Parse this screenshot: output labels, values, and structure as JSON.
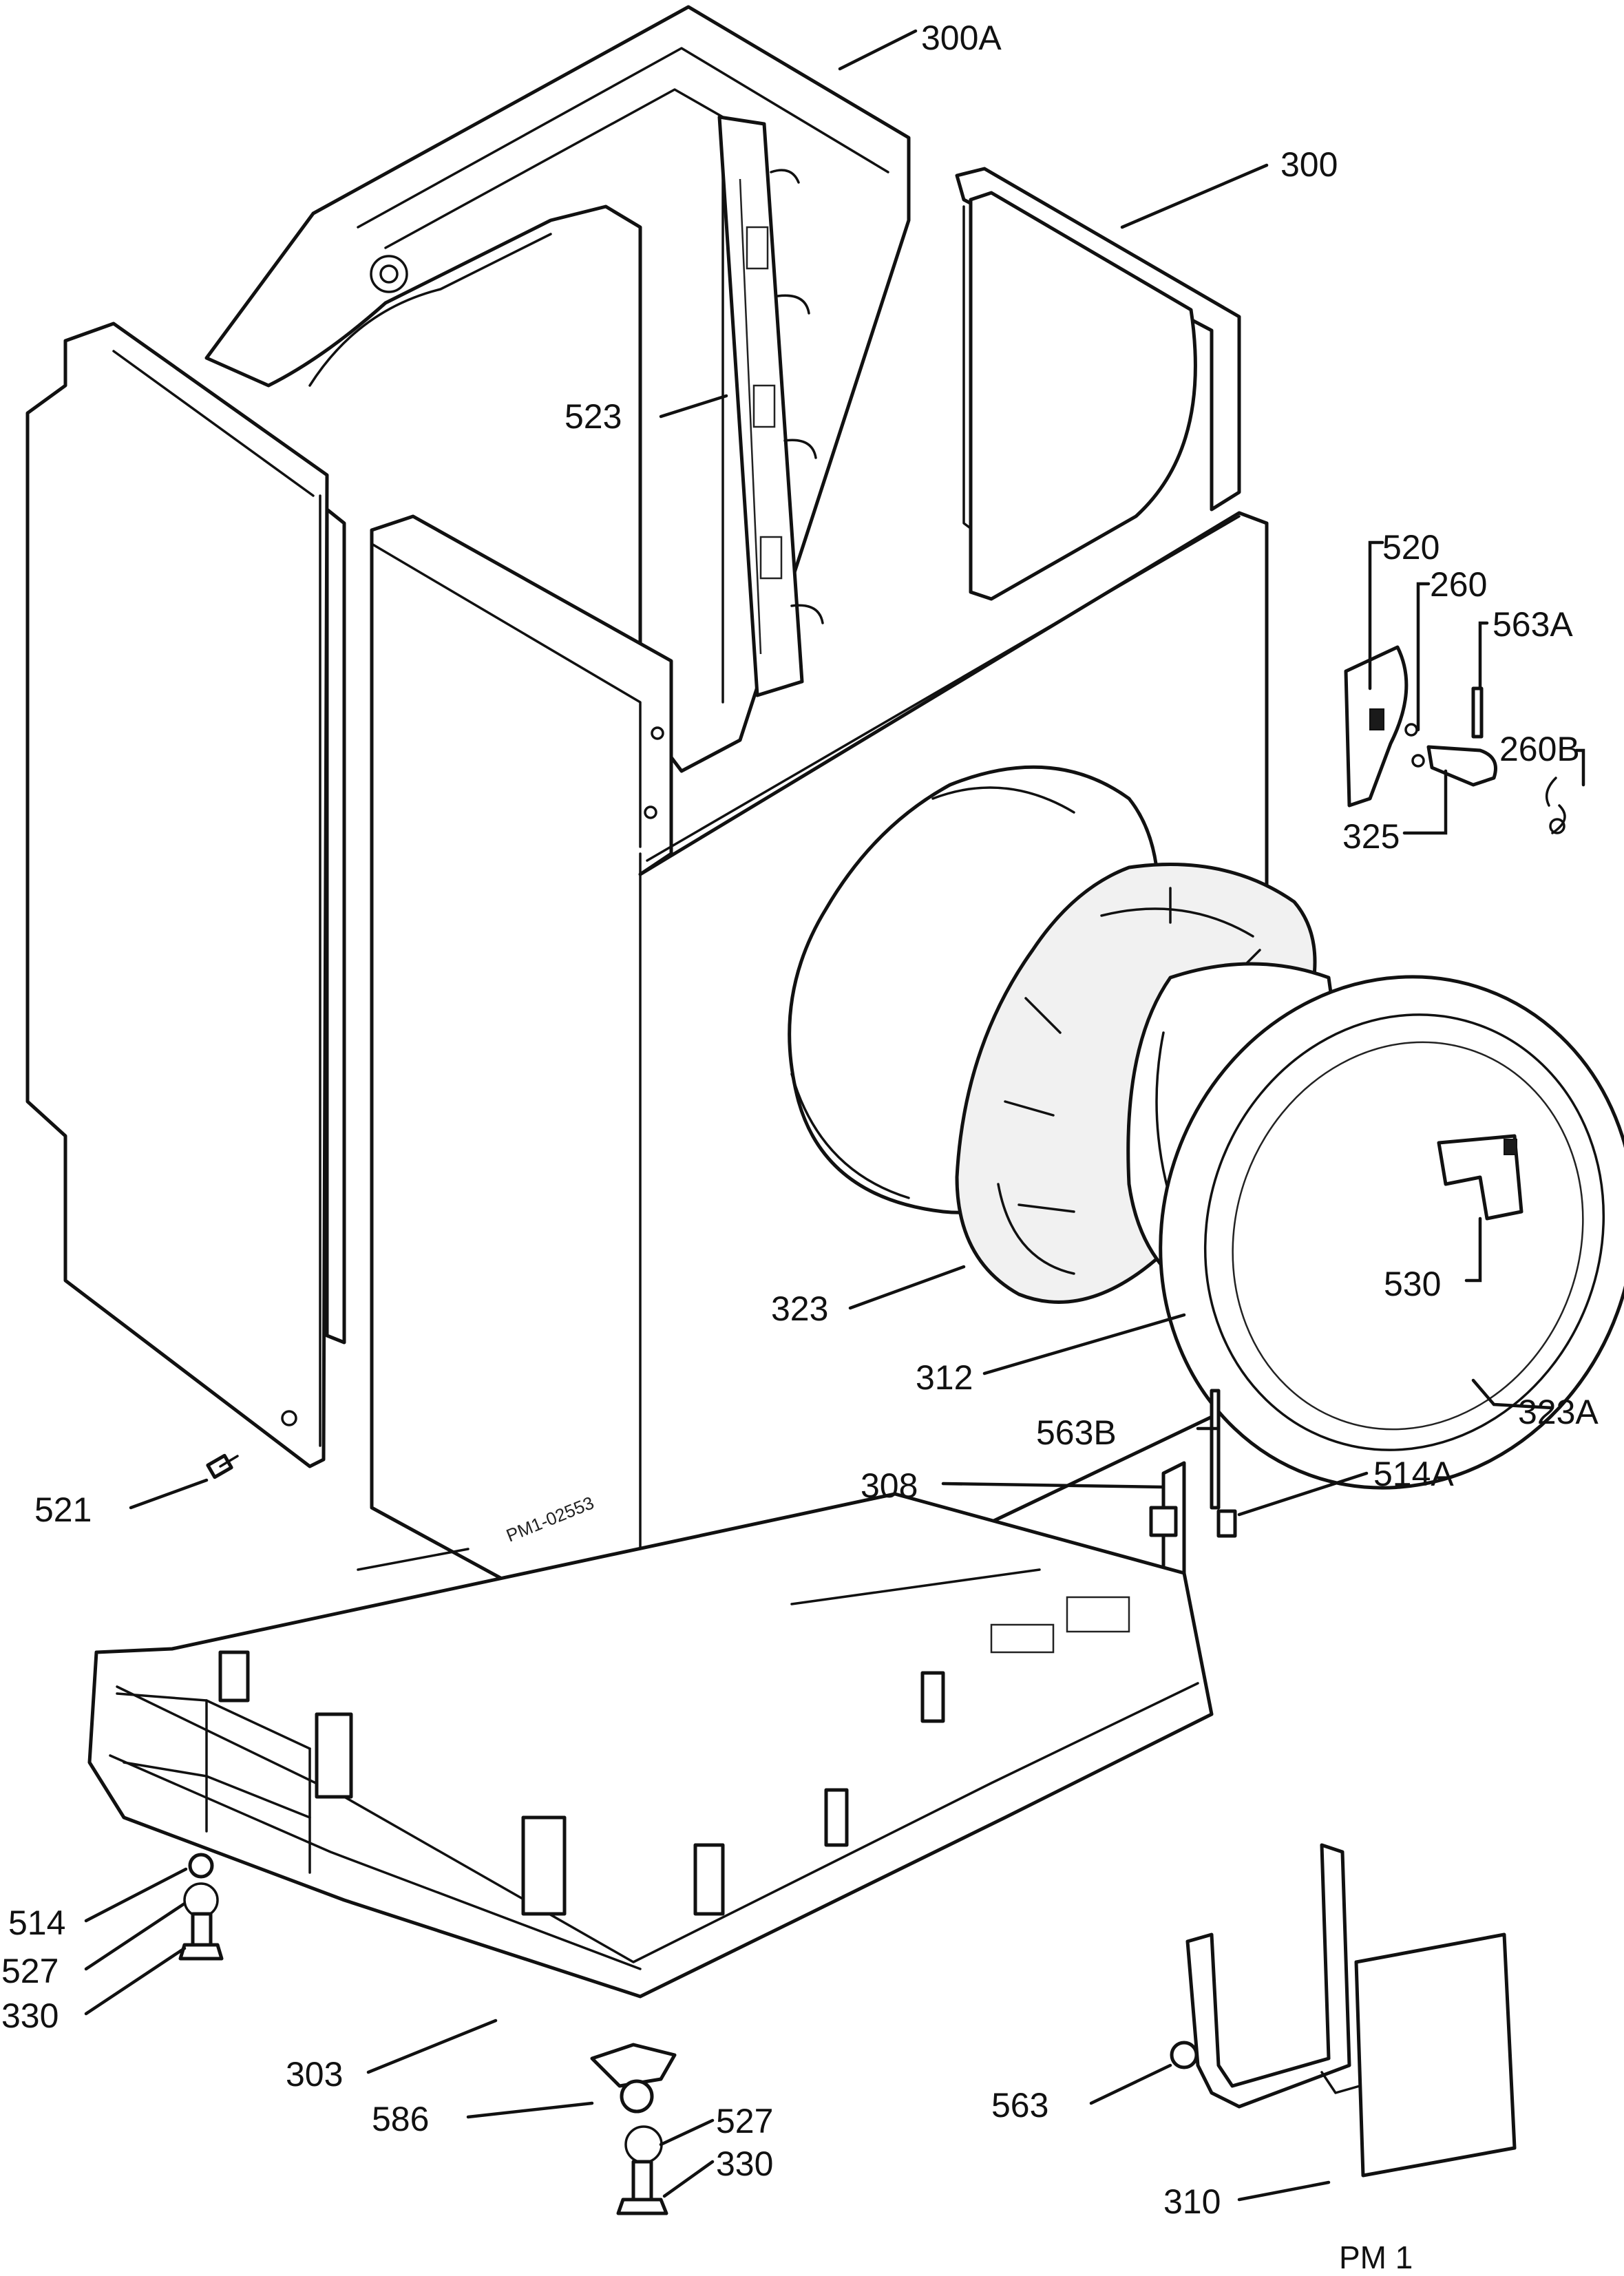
{
  "diagram": {
    "callouts": {
      "p300A": "300A",
      "p300": "300",
      "p523": "523",
      "p520": "520",
      "p260": "260",
      "p563A": "563A",
      "p260B": "260B",
      "p325": "325",
      "p530": "530",
      "p323": "323",
      "p312": "312",
      "p323A": "323A",
      "p563B": "563B",
      "p308": "308",
      "p514A": "514A",
      "p521": "521",
      "p514": "514",
      "p527a": "527",
      "p330a": "330",
      "p303": "303",
      "p586": "586",
      "p527b": "527",
      "p330b": "330",
      "p563": "563",
      "p310": "310"
    },
    "stamp": "PM1-02553",
    "page_code": "PM 1"
  }
}
